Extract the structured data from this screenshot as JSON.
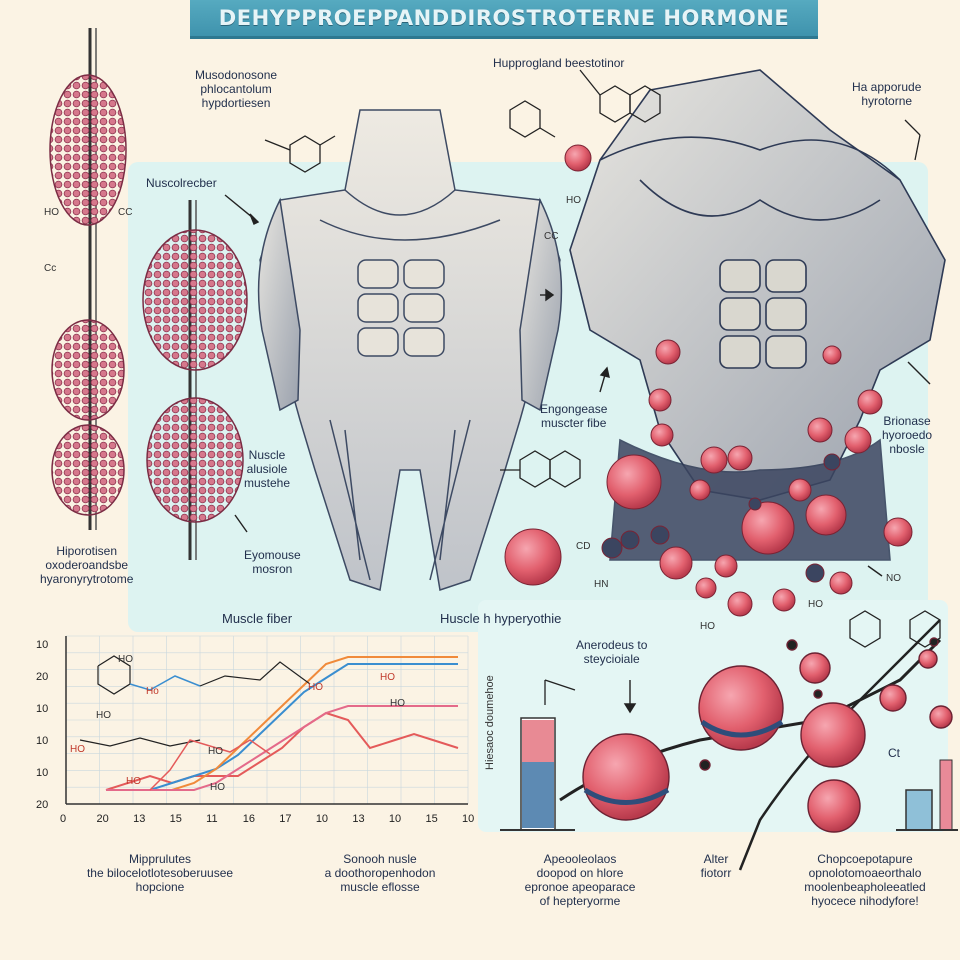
{
  "title": "DEHYPPROEPPANDDIROSTROTERNE HORMONE",
  "labels": {
    "top_left_1": "Musodonosone",
    "top_left_2": "phlocantolum",
    "top_left_3": "hypdortiesen",
    "center_top": "Hupprogland beestotinor",
    "right_top_1": "Ha apporude",
    "right_top_2": "hyrotorne",
    "muscle_fiber_1": "Nuscolrecber",
    "left_ho": "HO",
    "left_cc": "CC",
    "left_c": "Cc",
    "nuscle_1": "Nuscle",
    "nuscle_2": "alusiole",
    "nuscle_3": "mustehe",
    "eyomouse_1": "Eyomouse",
    "eyomouse_2": "mosron",
    "left_bottom_1": "Hiporotisen",
    "left_bottom_2": "oxoderoandsbe",
    "left_bottom_3": "hyaronyrytrotome",
    "engong_1": "Engongease",
    "engong_2": "muscter fibe",
    "right_mid_1": "Brionase",
    "right_mid_2": "hyoroedo",
    "right_mid_3": "nbosle",
    "ho_mid": "HO",
    "cc_mid": "CC",
    "cd": "CD",
    "hn": "HN",
    "ho_low": "HO",
    "no": "NO",
    "ho_bottom": "HO",
    "muscle_fiber_chart": "Muscle fiber",
    "muscle_hyper": "Huscle h hyperyothie",
    "vertical_axis": "Hiesaoc doumehoe",
    "anerodeus_1": "Anerodeus to",
    "anerodeus_2": "steycioiale",
    "ct": "Ct",
    "caption_1a": "Mipprulutes",
    "caption_1b": "the bilocelotlotesoberuusee",
    "caption_1c": "hopcione",
    "caption_2a": "Sonooh nusle",
    "caption_2b": "a doothoropenhodon",
    "caption_2c": "muscle eflosse",
    "caption_3a": "Apeooleolaos",
    "caption_3b": "doopod on hlore",
    "caption_3c": "epronoe apeoparace",
    "caption_3d": "of hepteryorme",
    "caption_4a": "Alter",
    "caption_4b": "fiotorr",
    "caption_5a": "Chopcoepotapure",
    "caption_5b": "opnolotomoaeorthalo",
    "caption_5c": "moolenbeapholeeatled",
    "caption_5d": "hyocece nihodyfore!"
  },
  "chart_data": {
    "type": "line",
    "title": "Muscle fiber",
    "x_ticks": [
      "0",
      "20",
      "13",
      "15",
      "11",
      "16",
      "17",
      "10",
      "13",
      "10",
      "15",
      "10"
    ],
    "y_ticks": [
      "10",
      "20",
      "10",
      "10",
      "10",
      "20"
    ],
    "inline_labels": [
      "HO",
      "Ho",
      "HO",
      "HO",
      "HO",
      "HO",
      "HO",
      "HO",
      "HO",
      "HO"
    ],
    "series": [
      {
        "color": "#e45a5a",
        "values": [
          20,
          21,
          22,
          21,
          22,
          22,
          22,
          24,
          26,
          29,
          31,
          30,
          26,
          27,
          28,
          27,
          26
        ]
      },
      {
        "color": "#3a8ed0",
        "values": [
          20,
          20,
          20,
          21,
          22,
          23,
          25,
          28,
          31,
          34,
          36,
          38,
          38,
          38,
          38,
          38,
          38
        ]
      },
      {
        "color": "#f08a3a",
        "values": [
          20,
          20,
          20,
          20,
          21,
          23,
          26,
          29,
          32,
          35,
          38,
          39,
          39,
          39,
          39,
          39,
          39
        ]
      },
      {
        "color": "#e46a8a",
        "values": [
          20,
          20,
          20,
          20,
          20,
          21,
          23,
          25,
          27,
          29,
          31,
          32,
          32,
          32,
          32,
          32,
          32
        ]
      }
    ]
  }
}
